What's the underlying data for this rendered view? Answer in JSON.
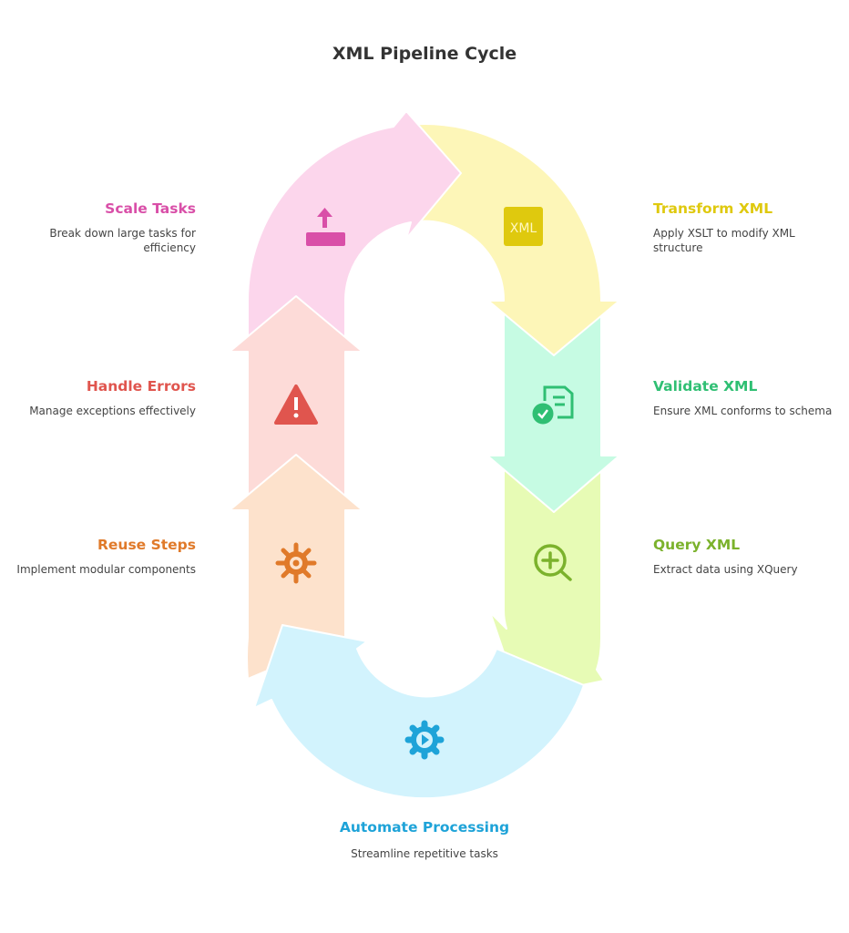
{
  "title": "XML Pipeline Cycle",
  "steps": [
    {
      "title": "Scale Tasks",
      "desc": "Break down large tasks for efficiency",
      "icon": "upload-icon",
      "color": "#d94fa8",
      "fill": "#fcd6ec"
    },
    {
      "title": "Transform XML",
      "desc": "Apply XSLT to modify XML structure",
      "icon": "xml-file-icon",
      "icon_text": "XML",
      "color": "#dfc90e",
      "fill": "#fdf6b8"
    },
    {
      "title": "Validate XML",
      "desc": "Ensure XML conforms to schema",
      "icon": "document-check-icon",
      "color": "#2fbf73",
      "fill": "#c6fbe3"
    },
    {
      "title": "Query XML",
      "desc": "Extract data using XQuery",
      "icon": "zoom-in-icon",
      "color": "#7bb22c",
      "fill": "#e7fbb5"
    },
    {
      "title": "Automate Processing",
      "desc": "Streamline repetitive tasks",
      "icon": "gear-play-icon",
      "color": "#1ea3d8",
      "fill": "#d2f3fd"
    },
    {
      "title": "Reuse Steps",
      "desc": "Implement modular components",
      "icon": "gear-icon",
      "color": "#e07a2a",
      "fill": "#fde2cc"
    },
    {
      "title": "Handle Errors",
      "desc": "Manage exceptions effectively",
      "icon": "warning-icon",
      "color": "#e0554e",
      "fill": "#fddbd8"
    }
  ]
}
